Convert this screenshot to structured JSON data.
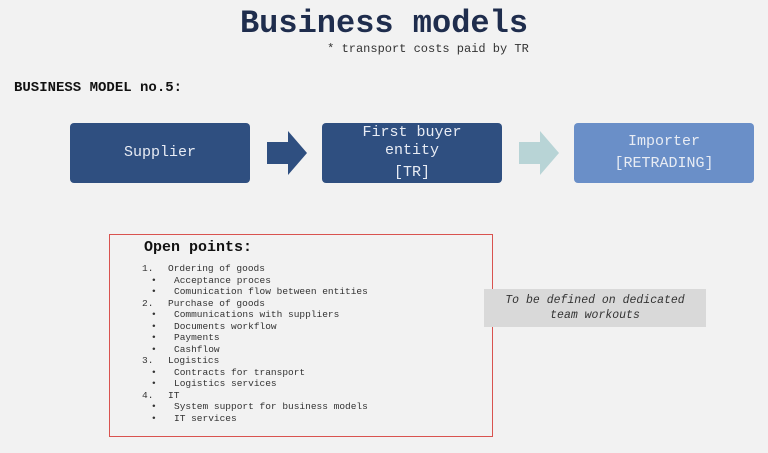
{
  "header": {
    "title": "Business models",
    "subtitle": "* transport costs paid by TR"
  },
  "model_label": "BUSINESS MODEL no.5:",
  "flow": {
    "supplier": {
      "line1": "Supplier"
    },
    "first_buyer": {
      "line1": "First buyer",
      "line2": "entity",
      "line3": "[TR]"
    },
    "importer": {
      "line1": "Importer",
      "line2": "[RETRADING]"
    },
    "colors": {
      "dark": "#2f4f80",
      "light": "#6a8fc8",
      "arrow_dark": "#2f4f80",
      "arrow_light": "#b8d4d6"
    }
  },
  "open_points": {
    "title": "Open points:",
    "items": [
      {
        "num": "1.",
        "label": "Ordering of goods",
        "subs": [
          "Acceptance proces",
          "Comunication flow between entities"
        ]
      },
      {
        "num": "2.",
        "label": "Purchase of goods",
        "subs": [
          "Communications with suppliers",
          "Documents workflow",
          "Payments",
          "Cashflow"
        ]
      },
      {
        "num": "3.",
        "label": "Logistics",
        "subs": [
          "Contracts for transport",
          "Logistics services"
        ]
      },
      {
        "num": "4.",
        "label": "IT",
        "subs": [
          "System support for business models",
          "IT services"
        ]
      }
    ]
  },
  "note": {
    "line1": "To be defined on dedicated",
    "line2": "team workouts"
  }
}
